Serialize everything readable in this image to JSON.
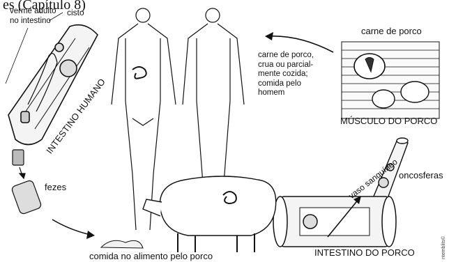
{
  "labels": {
    "top_fragment": "es (Capítulo 8)",
    "adult_worm": "verme adulto\nno intestino",
    "cyst_top": "cisto",
    "human_intestine": "INTESTINO HUMANO",
    "pork_meat": "carne de porco",
    "eating_note": "carne de porco,\ncrua ou parcial-\nmente cozida;\ncomida pelo\nhomem",
    "pig_muscle": "MÚSCULO DO PORCO",
    "blood_vessel": "vaso sanguíneo",
    "oncospheres": "oncosferas",
    "feces": "fezes",
    "food_for_pig": "comida no alimento pelo porco",
    "pig_intestine": "INTESTINO DO PORCO",
    "credit": "ntemblits©"
  }
}
